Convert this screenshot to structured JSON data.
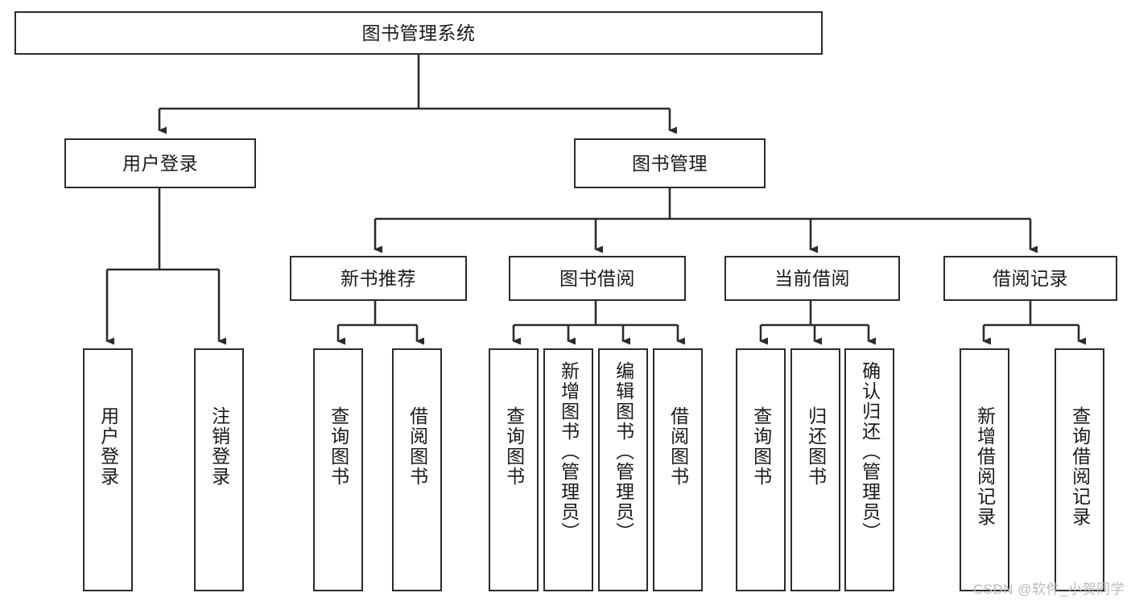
{
  "diagram": {
    "title": "图书管理系统",
    "type": "hierarchy-tree",
    "background_color": "#ffffff",
    "line_color": "#2b2b2b",
    "text_color": "#1a1a1a",
    "root": {
      "label": "图书管理系统"
    },
    "level2": [
      {
        "label": "用户登录"
      },
      {
        "label": "图书管理"
      }
    ],
    "level3": [
      {
        "label": "新书推荐"
      },
      {
        "label": "图书借阅"
      },
      {
        "label": "当前借阅"
      },
      {
        "label": "借阅记录"
      }
    ],
    "leaves": {
      "user_login": [
        {
          "label": "用户登录"
        },
        {
          "label": "注销登录"
        }
      ],
      "new_book_recommend": [
        {
          "label": "查询图书"
        },
        {
          "label": "借阅图书"
        }
      ],
      "book_borrow": [
        {
          "label": "查询图书"
        },
        {
          "label": "新增图书（管理员）"
        },
        {
          "label": "编辑图书（管理员）"
        },
        {
          "label": "借阅图书"
        }
      ],
      "current_borrow": [
        {
          "label": "查询图书"
        },
        {
          "label": "归还图书"
        },
        {
          "label": "确认归还（管理员）"
        }
      ],
      "borrow_record": [
        {
          "label": "新增借阅记录"
        },
        {
          "label": "查询借阅记录"
        }
      ]
    },
    "watermark": "CSDN @软件_小贺同学"
  }
}
